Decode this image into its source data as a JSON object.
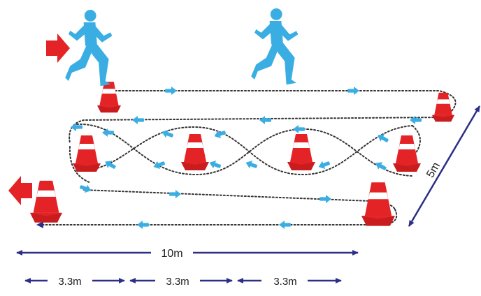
{
  "measures": {
    "total_length": "10m",
    "segment_1": "3.3m",
    "segment_2": "3.3m",
    "segment_3": "3.3m",
    "width": "5m"
  },
  "colors": {
    "runner": "#3aaee3",
    "cone": "#e42326",
    "direction_arrow": "#e42326",
    "path_arrow": "#3aaee3",
    "dimension_line": "#2b2f86",
    "path": "#333333"
  },
  "icons": [
    "start-arrow-icon",
    "finish-arrow-icon",
    "runner-icon",
    "cone-icon",
    "path-arrow-icon"
  ]
}
